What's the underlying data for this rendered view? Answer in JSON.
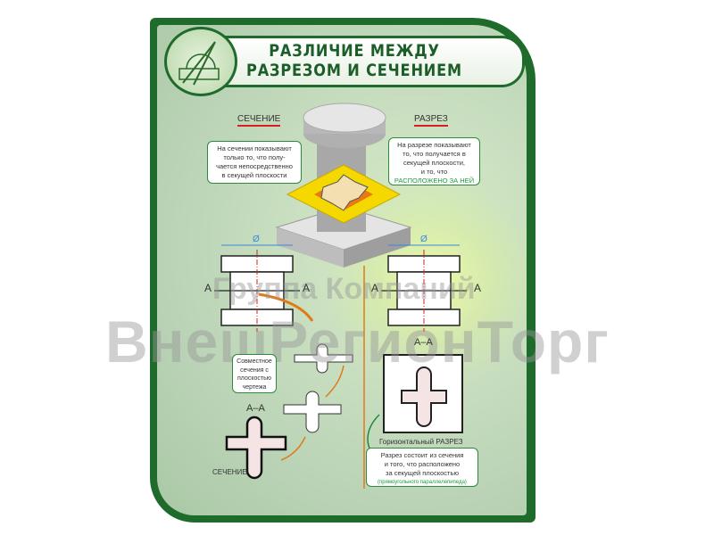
{
  "title": {
    "line1": "РАЗЛИЧИЕ МЕЖДУ",
    "line2": "РАЗРЕЗОМ И СЕЧЕНИЕМ"
  },
  "section_label": "СЕЧЕНИЕ",
  "cut_label": "РАЗРЕЗ",
  "callout_section": [
    "На сечении показывают",
    "только то, что полу-",
    "чается непосредственно",
    "в секущей плоскости"
  ],
  "callout_cut": [
    "На разрезе показывают",
    "то, что получается в",
    "секущей плоскости,",
    "и то, что",
    "РАСПОЛОЖЕНО ЗА НЕЙ"
  ],
  "diameter_symbol": "Ø",
  "cut_mark": "A",
  "callout_combined": [
    "Совместное",
    "сечения с",
    "плоскостью",
    "чертежа"
  ],
  "section_view_label": "А–А",
  "section_caption": "СЕЧЕНИЕ",
  "horizontal_cut_label": "Горизонтальный РАЗРЕЗ",
  "callout_cut_def": [
    "Разрез состоит из сечения",
    "и того, что расположено",
    "за секущей плоскостью",
    "(прямоугольного параллелепипеда)"
  ],
  "watermark": {
    "line1": "Группа Компаний",
    "line2": "ВнешРегионТорг"
  },
  "colors": {
    "frame": "#1f6b2c",
    "title": "#1b5e27",
    "accent_red": "#d62020",
    "arrow_orange": "#e07b1a",
    "arrow_green": "#1d8a3a",
    "highlight_yellow": "#f5d800"
  }
}
